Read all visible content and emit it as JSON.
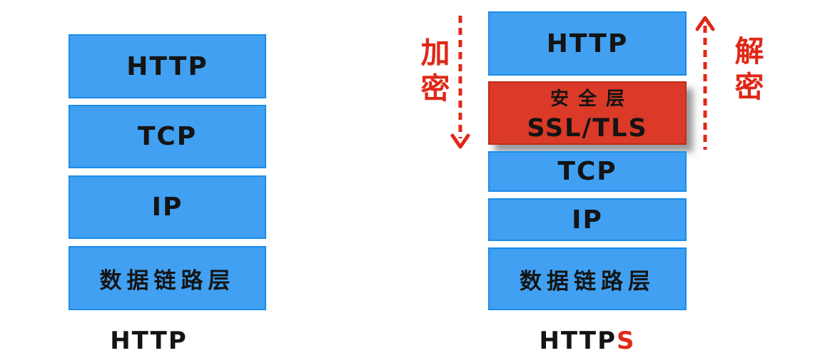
{
  "colors": {
    "layer_blue": "#41a0f1",
    "layer_blue_border": "#1b8cea",
    "layer_red": "#da3a27",
    "layer_red_border": "#bd2d1a",
    "annotation_red": "#e02817",
    "text": "#141414"
  },
  "left_stack": {
    "caption": "HTTP",
    "layers": [
      {
        "label": "HTTP"
      },
      {
        "label": "TCP"
      },
      {
        "label": "IP"
      },
      {
        "label": "数据链路层"
      }
    ]
  },
  "right_stack": {
    "caption_black": "HTTP",
    "caption_red": "S",
    "layers": [
      {
        "label": "HTTP"
      },
      {
        "label_line1": "安全层",
        "label_line2": "SSL/TLS"
      },
      {
        "label": "TCP"
      },
      {
        "label": "IP"
      },
      {
        "label": "数据链路层"
      }
    ]
  },
  "annotations": {
    "encrypt": "加密",
    "decrypt": "解密"
  }
}
